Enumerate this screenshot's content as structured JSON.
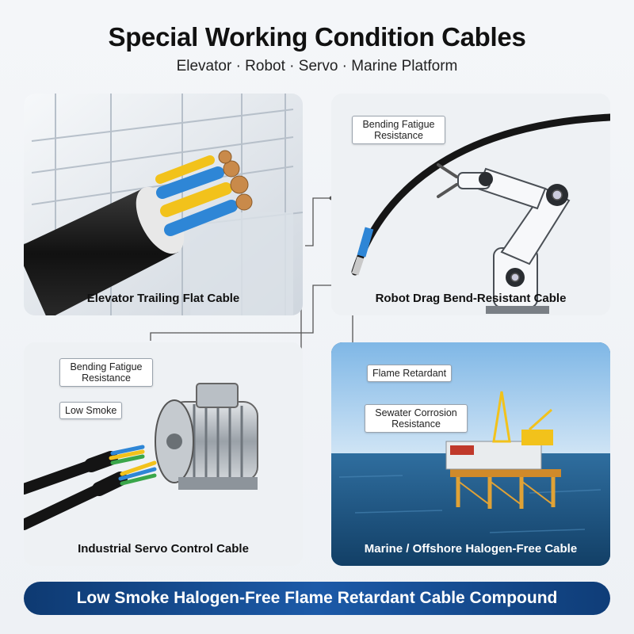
{
  "header": {
    "title": "Special Working Condition Cables",
    "subtitle": "Elevator · Robot · Servo · Marine Platform"
  },
  "panels": [
    {
      "label": "Elevator Trailing Flat Cable"
    },
    {
      "label": "Robot Drag Bend-Resistant Cable"
    },
    {
      "label": "Industrial Servo Control Cable"
    },
    {
      "label": "Marine / Offshore Halogen-Free Cable"
    }
  ],
  "callouts": {
    "robot_bending": "Bending Fatigue Resistance",
    "servo_bending": "Bending Fatigue Resistance",
    "servo_low_smoke": "Low Smoke",
    "marine_flame": "Flame Retardant",
    "marine_seawater": "Sewater Corrosion Resistance"
  },
  "banner": {
    "text": "Low Smoke Halogen-Free Flame Retardant Cable Compound"
  },
  "colors": {
    "banner": "#1c5aa8",
    "cable_blue": "#2e86d6",
    "cable_yellow": "#f2c21b",
    "cable_green": "#3aa64a",
    "copper": "#c98a4a",
    "sea": "#1f5a88"
  }
}
